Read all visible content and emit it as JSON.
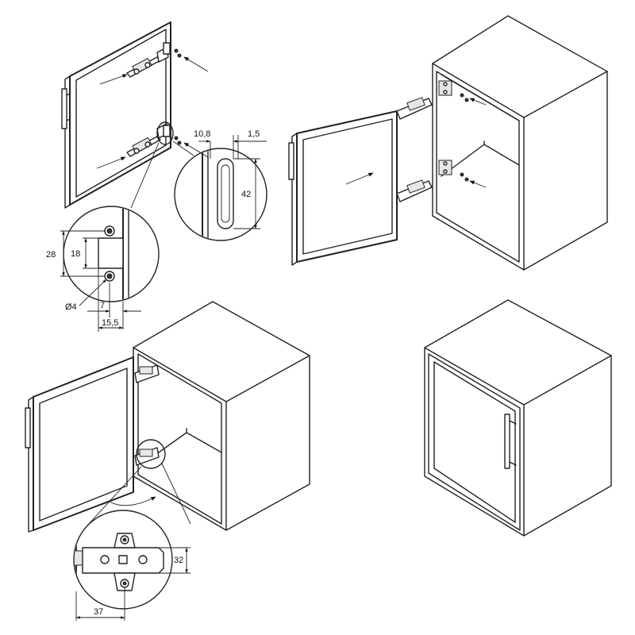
{
  "dimensions": {
    "hinge_cup_width": "10,8",
    "hinge_offset": "1,5",
    "hinge_cup_height": "42",
    "drill_spacing_outer": "28",
    "drill_spacing_inner": "18",
    "drill_diameter": "Ø4",
    "drill_edge_7": "7",
    "drill_edge_15_5": "15,5",
    "plate_height": "32",
    "plate_offset": "37"
  }
}
